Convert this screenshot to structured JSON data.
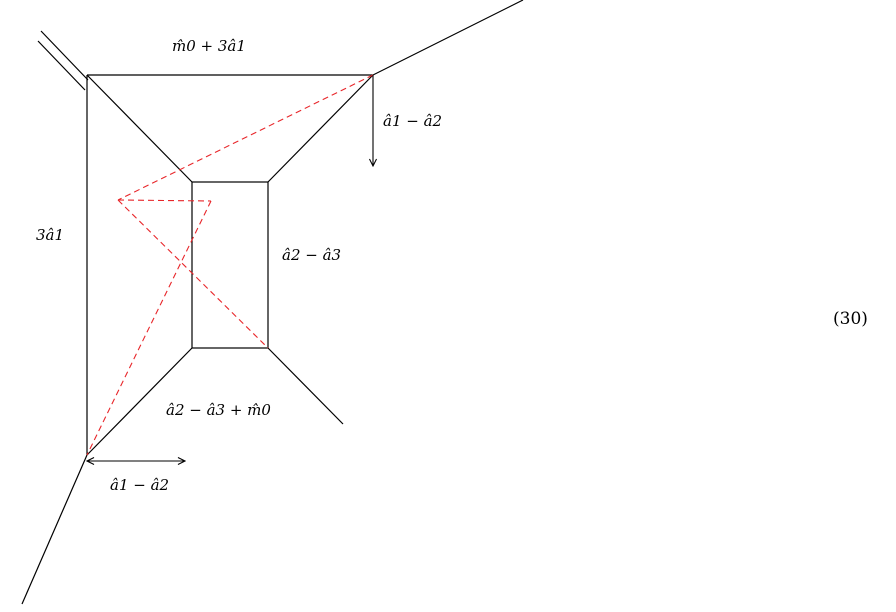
{
  "diagram": {
    "labels": {
      "top": "m̂0 + 3â1",
      "right_arrow": "â1 − â2",
      "left_side": "3â1",
      "inner_right": "â2 − â3",
      "bottom": "â2 − â3 + m̂0",
      "bottom_arrow": "â1 − â2"
    },
    "equation_number": "(30)",
    "colors": {
      "edge": "#000000",
      "cut": "#e8262a"
    }
  }
}
